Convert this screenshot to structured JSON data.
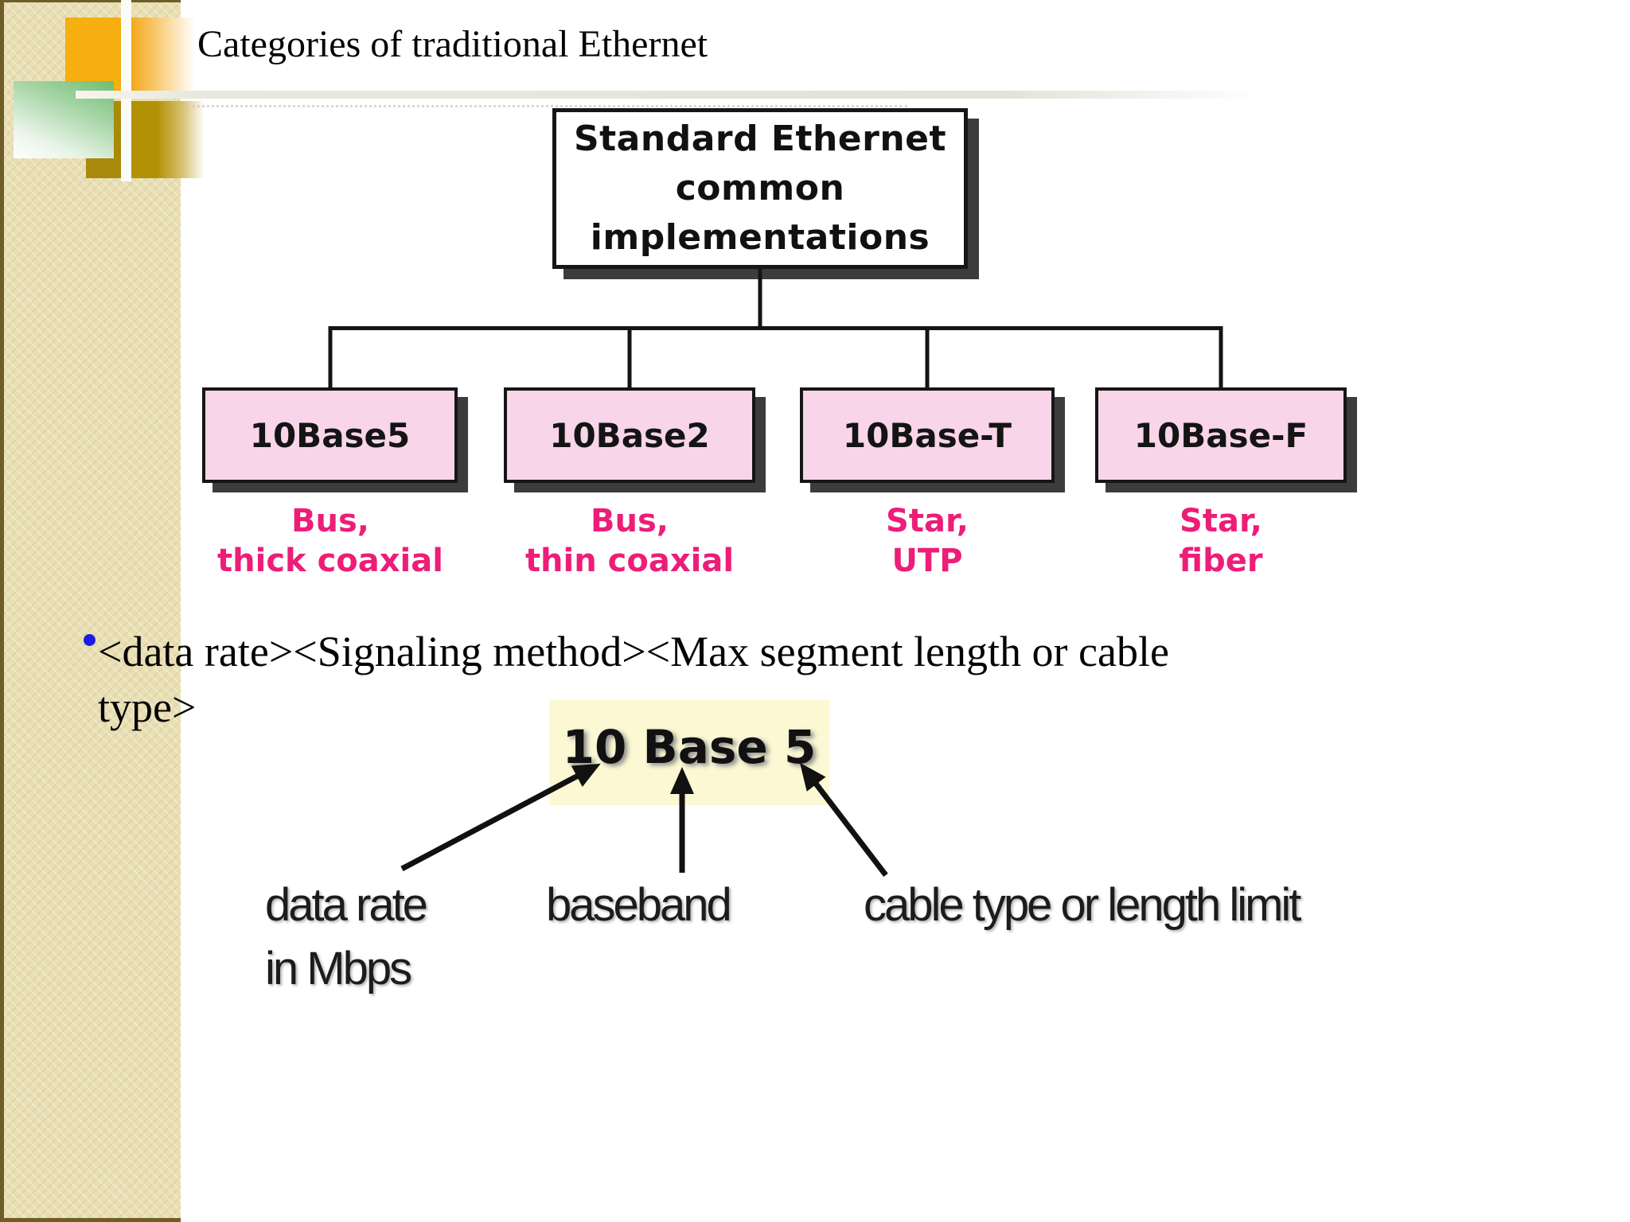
{
  "slide": {
    "title": "Categories of traditional Ethernet",
    "bullet": {
      "line1": "<data rate><Signaling method><Max segment length or cable",
      "line2": "type>"
    }
  },
  "tree": {
    "root": {
      "line1": "Standard Ethernet",
      "line2": "common",
      "line3": "implementations"
    },
    "nodes": [
      {
        "name": "10Base5",
        "topo1": "Bus,",
        "topo2": "thick coaxial"
      },
      {
        "name": "10Base2",
        "topo1": "Bus,",
        "topo2": "thin coaxial"
      },
      {
        "name": "10Base-T",
        "topo1": "Star,",
        "topo2": "UTP"
      },
      {
        "name": "10Base-F",
        "topo1": "Star,",
        "topo2": "fiber"
      }
    ]
  },
  "notation": {
    "example": "10 Base 5",
    "data_rate_line1": "data rate",
    "data_rate_line2": "in Mbps",
    "baseband": "baseband",
    "cable": "cable type or length limit"
  },
  "colors": {
    "magenta_label": "#ed1d78",
    "pink_box_fill": "#f8d5e8",
    "yellow_highlight": "#fbf8d3",
    "sidebar_tan": "#e9dfb4",
    "accent_orange": "#f6ae10",
    "accent_gold": "#a98a0a",
    "accent_green": "#6fbe6f",
    "bullet_blue": "#1d1de0",
    "box_shadow": "#3c3c3c"
  }
}
